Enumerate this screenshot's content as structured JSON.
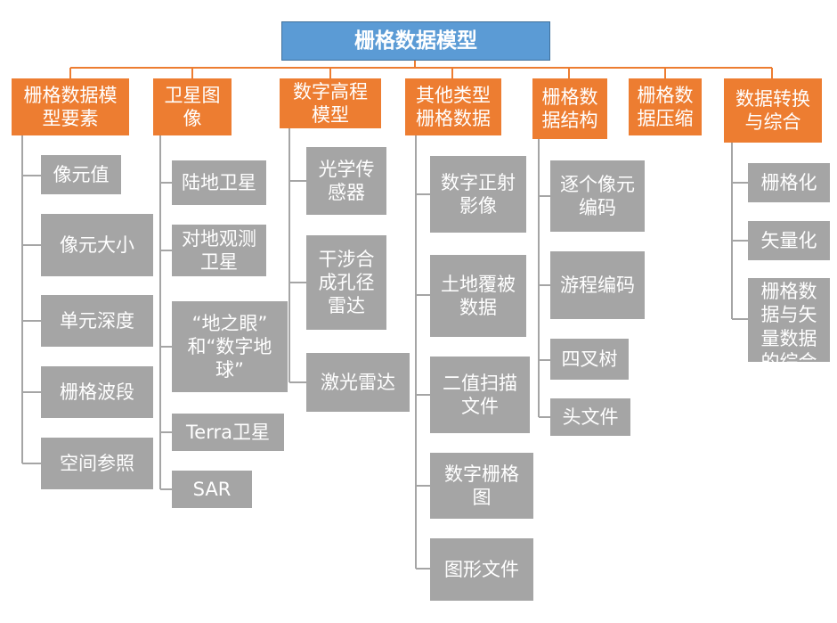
{
  "root": {
    "label": "栅格数据模型"
  },
  "categories": [
    {
      "label": "栅格数据模\n型要素",
      "items": [
        "像元值",
        "像元大小",
        "单元深度",
        "栅格波段",
        "空间参照"
      ]
    },
    {
      "label": "卫星图\n像",
      "items": [
        "陆地卫星",
        "对地观测\n卫星",
        "“地之眼”\n和“数字地\n球”",
        "Terra卫星",
        "SAR"
      ]
    },
    {
      "label": "数字高程\n模型",
      "items": [
        "光学传\n感器",
        "干涉合\n成孔径\n雷达",
        "激光雷达"
      ]
    },
    {
      "label": "其他类型\n栅格数据",
      "items": [
        "数字正射\n影像",
        "土地覆被\n数据",
        "二值扫描\n文件",
        "数字栅格\n图",
        "图形文件"
      ]
    },
    {
      "label": "栅格数\n据结构",
      "items": [
        "逐个像元\n编码",
        "游程编码",
        "四叉树",
        "头文件"
      ]
    },
    {
      "label": "栅格数\n据压缩",
      "items": []
    },
    {
      "label": "数据转换\n与综合",
      "items": [
        "栅格化",
        "矢量化",
        "栅格数\n据与矢\n量数据\n的综合"
      ]
    }
  ],
  "colors": {
    "root": "#5b9bd5",
    "category": "#ed7d31",
    "item": "#a5a5a5",
    "connector": "#ed7d31",
    "item_connector": "#a5a5a5"
  }
}
